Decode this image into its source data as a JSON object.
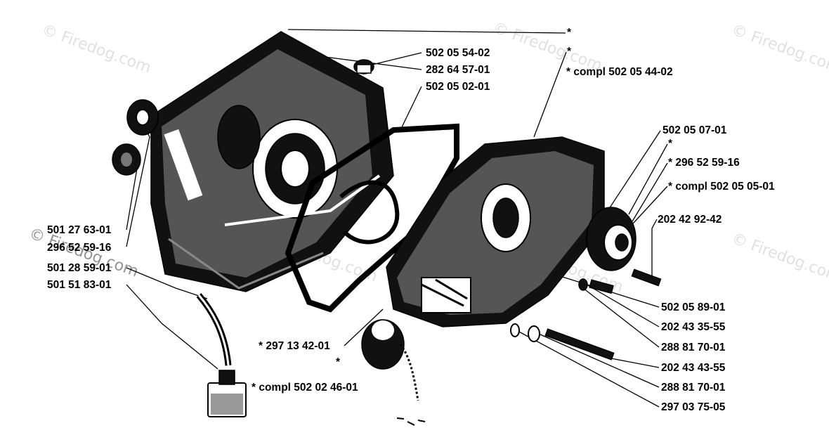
{
  "watermark": "© Firedog.com",
  "labels": {
    "star_top": "*",
    "star_2": "*",
    "compl_1": "* compl 502 05 44-02",
    "p_54_02": "502 05 54-02",
    "p_282": "282 64 57-01",
    "p_02_01": "502 05 02-01",
    "p_07_01": "502 05 07-01",
    "star_3": "*",
    "p_296_right": "* 296 52 59-16",
    "compl_2": "* compl 502 05 05-01",
    "p_202_42": "202 42 92-42",
    "p_501_27": "501 27 63-01",
    "p_296_left": "296 52 59-16",
    "p_501_28": "501 28 59-01",
    "p_501_51": "501 51 83-01",
    "p_89_01": "502 05 89-01",
    "p_202_43_35": "202 43 35-55",
    "p_288_a": "288 81 70-01",
    "p_297_13": "* 297 13 42-01",
    "star_4": "*",
    "p_202_43_43": "202 43 43-55",
    "compl_3": "* compl 502 02 46-01",
    "p_288_b": "288 81 70-01",
    "p_297_03": "297 03 75-05"
  }
}
